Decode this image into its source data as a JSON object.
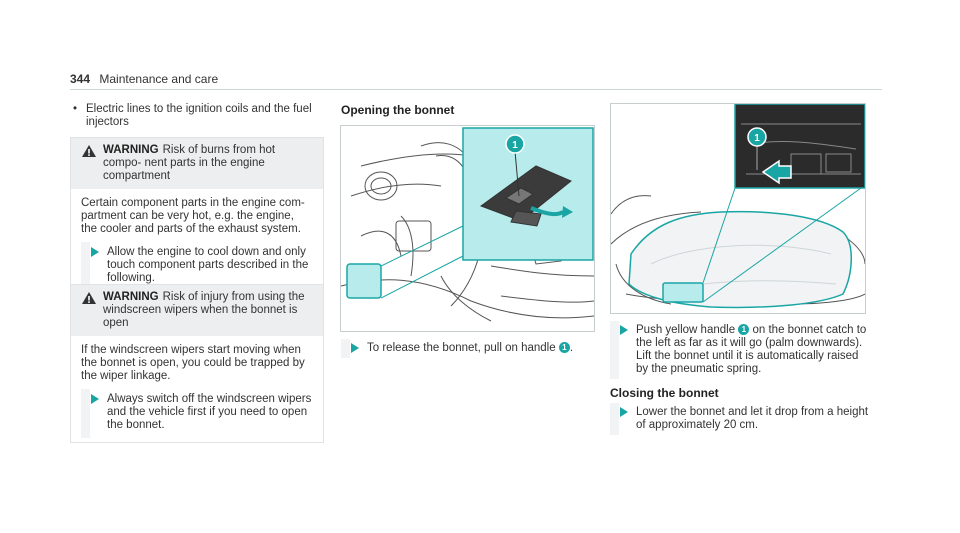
{
  "header": {
    "page_number": "344",
    "section": "Maintenance and care"
  },
  "col1": {
    "bullet_text": "Electric lines to the ignition coils and the fuel injectors",
    "warning1": {
      "label": "WARNING",
      "title": "Risk of burns from hot compo- nent parts in the engine compartment",
      "body": "Certain component parts in the engine com- partment can be very hot, e.g. the engine, the cooler and parts of the exhaust system.",
      "step": "Allow the engine to cool down and only touch component parts described in the following."
    },
    "warning2": {
      "label": "WARNING",
      "title": "Risk of injury from using the windscreen wipers when the bonnet is open",
      "body": "If the windscreen wipers start moving when the bonnet is open, you could be trapped by the wiper linkage.",
      "step": "Always switch off the windscreen wipers and the vehicle first if you need to open the bonnet."
    }
  },
  "col2": {
    "heading": "Opening the bonnet",
    "figure_marker": "1",
    "step_prefix": "To release the bonnet, pull on handle",
    "step_marker": "1",
    "step_suffix": "."
  },
  "col3": {
    "figure_marker": "1",
    "step1_prefix": "Push yellow handle",
    "step1_marker": "1",
    "step1_suffix": "on the bonnet catch to the left as far as it will go (palm downwards). Lift the bonnet until it is automatically raised by the pneumatic spring.",
    "heading": "Closing the bonnet",
    "step2": "Lower the bonnet and let it drop from a height of approximately 20 cm."
  },
  "colors": {
    "accent": "#1aa5a5",
    "highlight": "#b8ecec"
  }
}
